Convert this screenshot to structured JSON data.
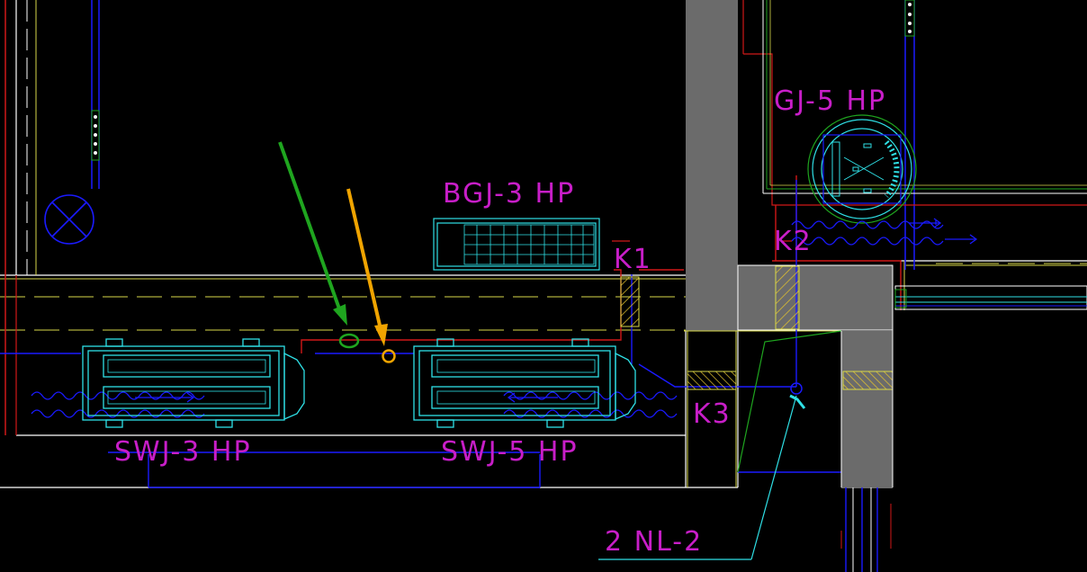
{
  "labels": {
    "bgj": "BGJ-3 HP",
    "gj": "GJ-5 HP",
    "swj3": "SWJ-3 HP",
    "swj5": "SWJ-5 HP",
    "k1": "K1",
    "k2": "K2",
    "k3": "K3",
    "nl": "2 NL-2"
  },
  "colors": {
    "background": "#000000",
    "label_magenta": "#c81ec8",
    "equipment_cyan": "#2fe0e6",
    "pipe_blue": "#1a1aff",
    "pipe_red": "#d01818",
    "wall_gray": "#6b6b6b",
    "guide_yellow": "#d8d84a",
    "arrow_green": "#1fa51f",
    "arrow_orange": "#f0a400",
    "fill_hatch": "#e0c030"
  },
  "icons": [
    "exhaust-fan-icon",
    "round-fan-unit-icon",
    "riser-pipe-icon"
  ]
}
